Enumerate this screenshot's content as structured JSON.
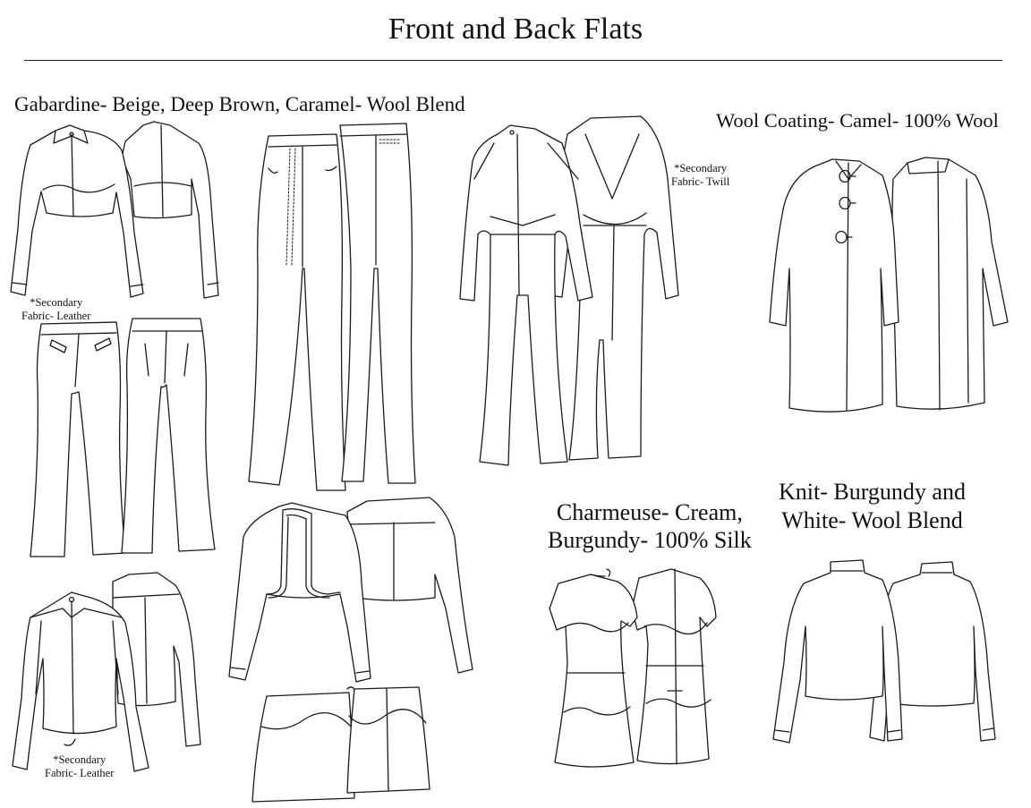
{
  "page": {
    "title": "Front and Back Flats"
  },
  "fabrics": [
    {
      "label": "Gabardine- Beige, Deep Brown, Caramel- Wool Blend"
    },
    {
      "label": "Wool Coating- Camel- 100% Wool"
    },
    {
      "label_line1": "Charmeuse- Cream,",
      "label_line2": "Burgundy- 100% Silk"
    },
    {
      "label_line1": "Knit- Burgundy and",
      "label_line2": "White- Wool Blend"
    }
  ],
  "notes": {
    "leather_pants": {
      "line1": "*Secondary",
      "line2": "Fabric- Leather"
    },
    "twill_jumpsuit": {
      "line1": "*Secondary",
      "line2": "Fabric- Twill"
    },
    "leather_jacket": {
      "line1": "*Secondary",
      "line2": "Fabric- Leather"
    }
  }
}
